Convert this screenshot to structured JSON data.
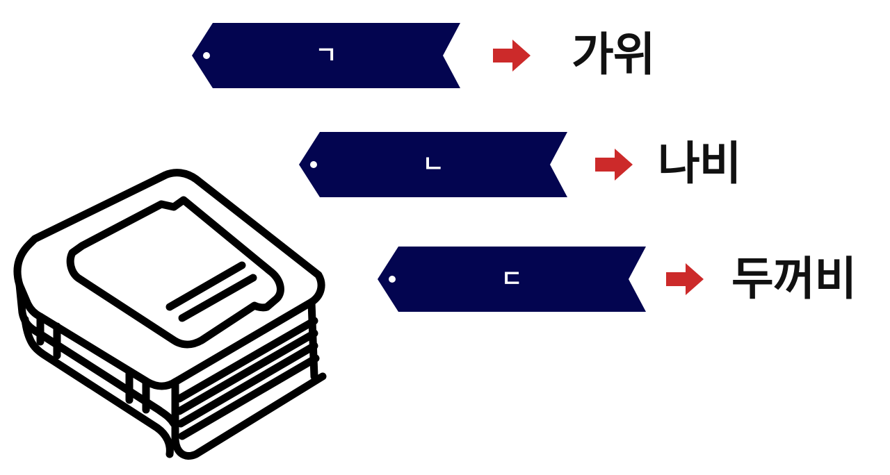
{
  "colors": {
    "tag_fill": "#030550",
    "tag_text": "#ffffff",
    "arrow": "#cc2a2a",
    "word_text": "#111111",
    "book_stroke": "#000000"
  },
  "entries": [
    {
      "letter": "ㄱ",
      "word": "가위"
    },
    {
      "letter": "ㄴ",
      "word": "나비"
    },
    {
      "letter": "ㄷ",
      "word": "두꺼비"
    }
  ],
  "icons": {
    "book": "book-icon",
    "arrow": "right-arrow-icon"
  }
}
